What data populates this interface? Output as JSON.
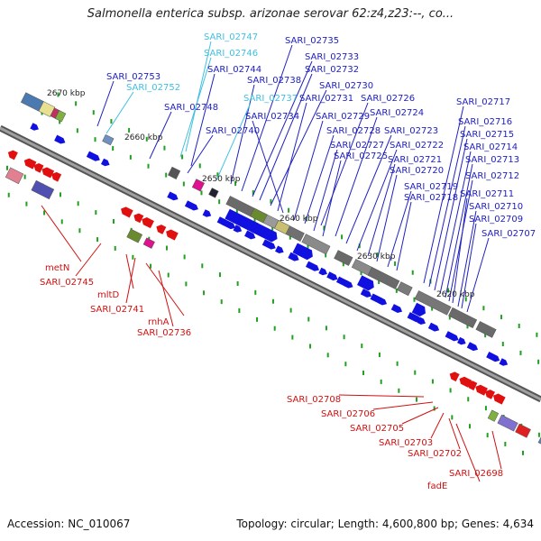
{
  "title": "Salmonella enterica subsp. arizonae serovar 62:z4,z23:--, co...",
  "footer": {
    "accession": "Accession: NC_010067",
    "topology": "Topology: circular; Length: 4,600,800 bp; Genes: 4,634"
  },
  "colors": {
    "forward_cds": "#1010e0",
    "reverse_cds": "#e01010",
    "rna": "#40c0e0",
    "blue_label": "#2020c0",
    "cyan_label": "#40c0e0",
    "red_label": "#d01010",
    "backbone": "#808080",
    "gc_tick": "#20a020"
  },
  "kbp_labels": [
    "2670 kbp",
    "2660 kbp",
    "2650 kbp",
    "2640 kbp",
    "2630 kbp",
    "2620 kbp"
  ],
  "labels_top": [
    "SARI_02747",
    "SARI_02746",
    "SARI_02735",
    "SARI_02733",
    "SARI_02744",
    "SARI_02732",
    "SARI_02753",
    "SARI_02752",
    "SARI_02738",
    "SARI_02730",
    "SARI_02737",
    "SARI_02731",
    "SARI_02726",
    "SARI_02748",
    "SARI_02734",
    "SARI_02729",
    "SARI_02724",
    "SARI_02717",
    "SARI_02740",
    "SARI_02728",
    "SARI_02723",
    "SARI_02716",
    "SARI_02727",
    "SARI_02722",
    "SARI_02715",
    "SARI_02725",
    "SARI_02721",
    "SARI_02714",
    "SARI_02713",
    "SARI_02720",
    "SARI_02712",
    "SARI_02719",
    "SARI_02718",
    "SARI_02711",
    "SARI_02710",
    "SARI_02709",
    "SARI_02707"
  ],
  "labels_bottom_left": [
    "metN",
    "SARI_02745",
    "mltD",
    "SARI_02741",
    "rnhA",
    "SARI_02736"
  ],
  "labels_bottom_right": [
    "SARI_02708",
    "SARI_02706",
    "SARI_02705",
    "SARI_02703",
    "SARI_02702",
    "fadE",
    "SARI_02698"
  ]
}
